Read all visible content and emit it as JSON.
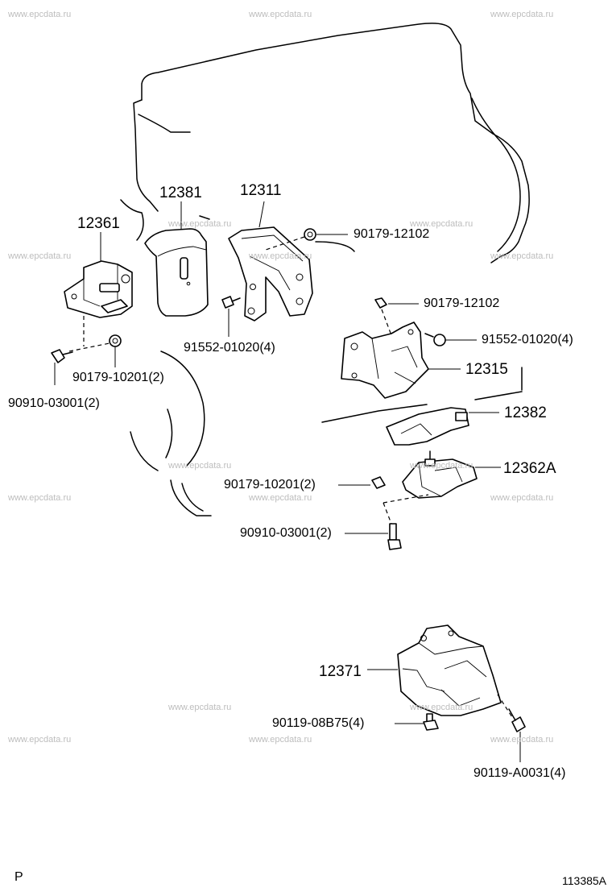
{
  "watermark": "www.epcdata.ru",
  "figure_code": "113385A",
  "page_marker": "P",
  "parts": {
    "p12381": "12381",
    "p12311": "12311",
    "p12361": "12361",
    "p90179_12102_a": "90179-12102",
    "p90179_12102_b": "90179-12102",
    "p91552_01020_a": "91552-01020(4)",
    "p91552_01020_b": "91552-01020(4)",
    "p90179_10201_a": "90179-10201(2)",
    "p90910_03001_a": "90910-03001(2)",
    "p12315": "12315",
    "p12382": "12382",
    "p12362A": "12362A",
    "p90179_10201_b": "90179-10201(2)",
    "p90910_03001_b": "90910-03001(2)",
    "p12371": "12371",
    "p90119_08B75": "90119-08B75(4)",
    "p90119_A0031": "90119-A0031(4)"
  }
}
